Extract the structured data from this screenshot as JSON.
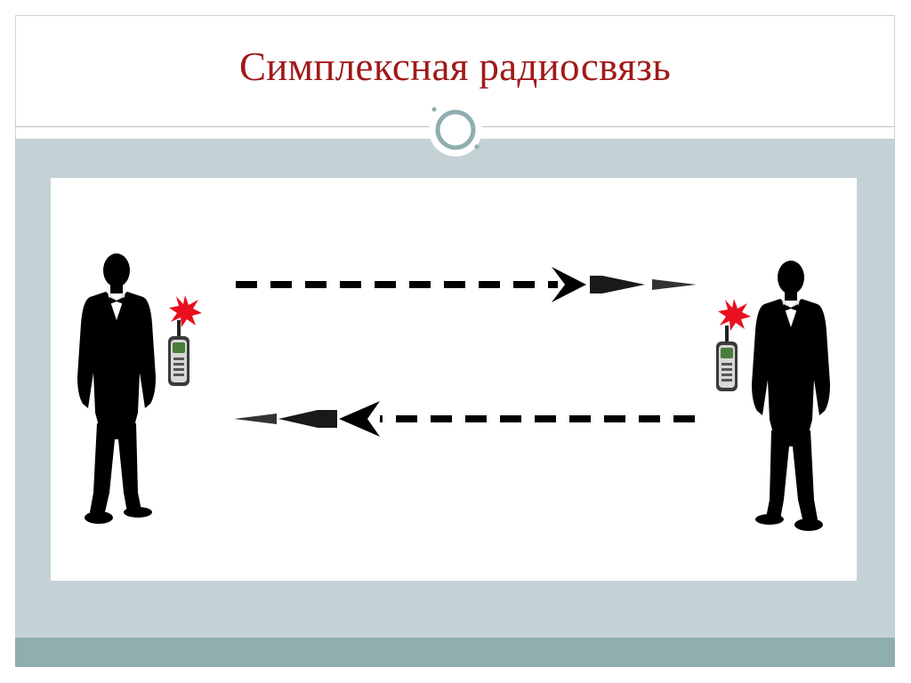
{
  "slide": {
    "title": "Симплексная радиосвязь"
  },
  "colors": {
    "title": "#a01a1a",
    "band": "#c4d1d5",
    "footer": "#8faeae",
    "burst": "#e8101e",
    "figure": "#000000"
  },
  "diagram": {
    "left_station": {
      "figure_icon": "person-in-tuxedo-silhouette-icon",
      "device_icon": "walkie-talkie-icon",
      "signal_icon": "red-burst-icon"
    },
    "right_station": {
      "figure_icon": "person-in-tuxedo-silhouette-icon",
      "device_icon": "walkie-talkie-icon",
      "signal_icon": "red-burst-icon"
    },
    "arrows": [
      {
        "direction": "left-to-right",
        "style": "dashed"
      },
      {
        "direction": "right-to-left",
        "style": "dashed"
      }
    ]
  }
}
